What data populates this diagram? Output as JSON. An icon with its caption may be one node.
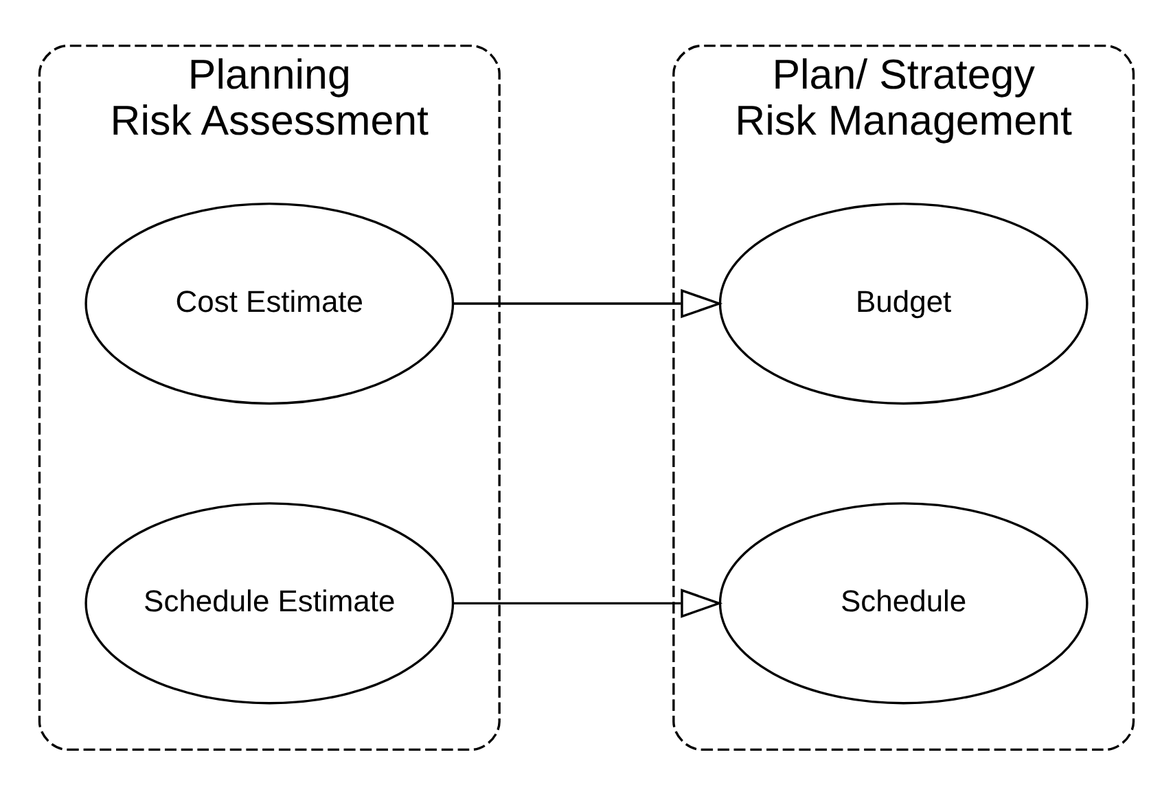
{
  "diagram": {
    "nodes": [
      {
        "text": [
          "Planning",
          "Risk Assessment"
        ]
      },
      {
        "text": [
          "Cost Estimate"
        ],
        "in": 0
      },
      {
        "text": [
          "Schedule Estimate"
        ],
        "in": 0
      },
      {
        "text": [
          "Plan/ Strategy",
          "Risk Management"
        ]
      },
      {
        "text": [
          "Budget"
        ],
        "in": 3
      },
      {
        "text": [
          "Schedule"
        ],
        "in": 3
      }
    ],
    "edges": [
      {
        "from": 1,
        "to": 4,
        "arrow": "to"
      },
      {
        "from": 2,
        "to": 5,
        "arrow": "to"
      }
    ]
  }
}
